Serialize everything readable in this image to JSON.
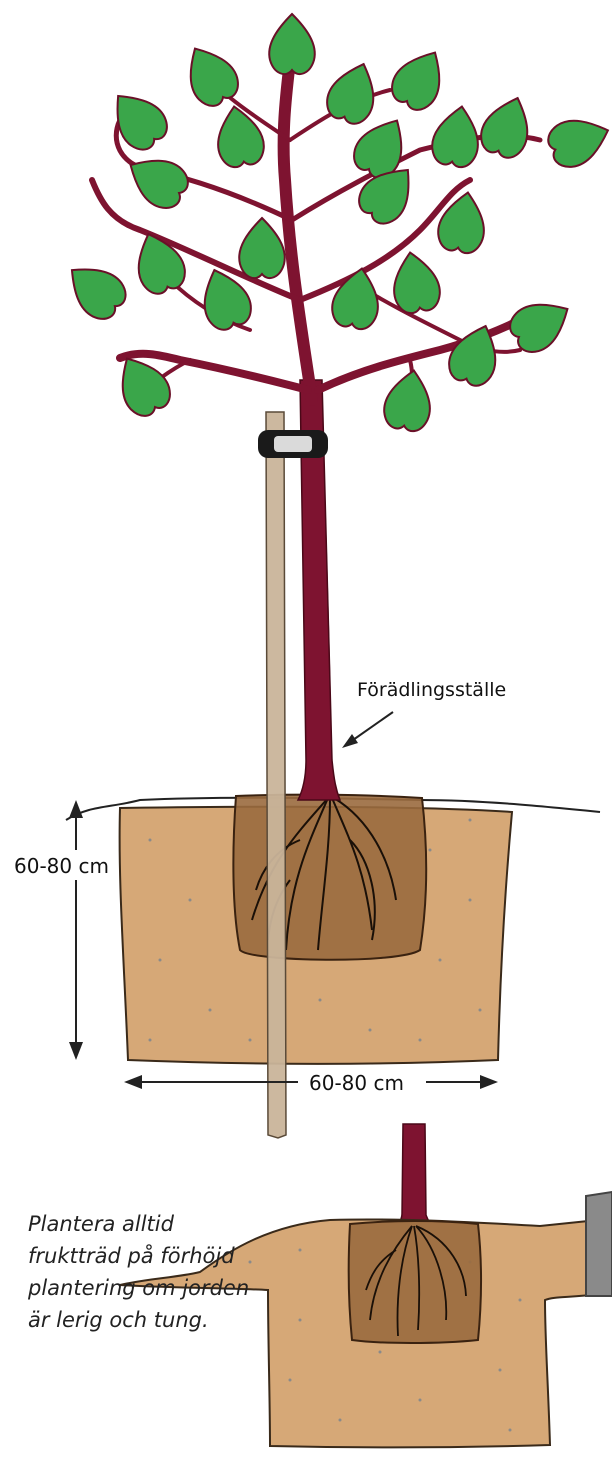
{
  "labels": {
    "graft_union": "Förädlingsställe",
    "depth": "60-80 cm",
    "width": "60-80 cm"
  },
  "caption": {
    "line1": "Plantera alltid",
    "line2": "fruktträd på förhöjd",
    "line3": "plantering om jorden",
    "line4": "är lerig och tung."
  },
  "colors": {
    "leaf": "#3aa64a",
    "trunk": "#7e1330",
    "soil": "#d6a877",
    "rootball": "#9a6a3e",
    "stake": "#c9b49a"
  }
}
